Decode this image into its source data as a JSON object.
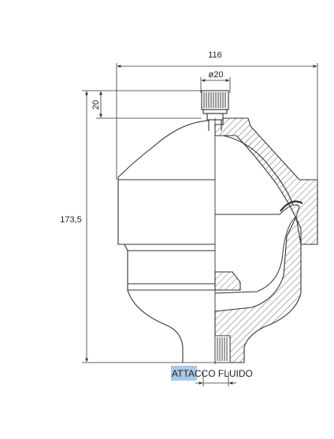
{
  "drawing": {
    "dimensions": {
      "overall_width": "116",
      "cap_diameter": "ø20",
      "cap_height": "20",
      "overall_height": "173,5"
    },
    "labels": {
      "fluid_port_highlight": "ATTA",
      "fluid_port_rest": "CCO FLUIDO"
    },
    "colors": {
      "line": "#333333",
      "hatch": "#555555",
      "highlight": "#a9c9e6"
    }
  }
}
